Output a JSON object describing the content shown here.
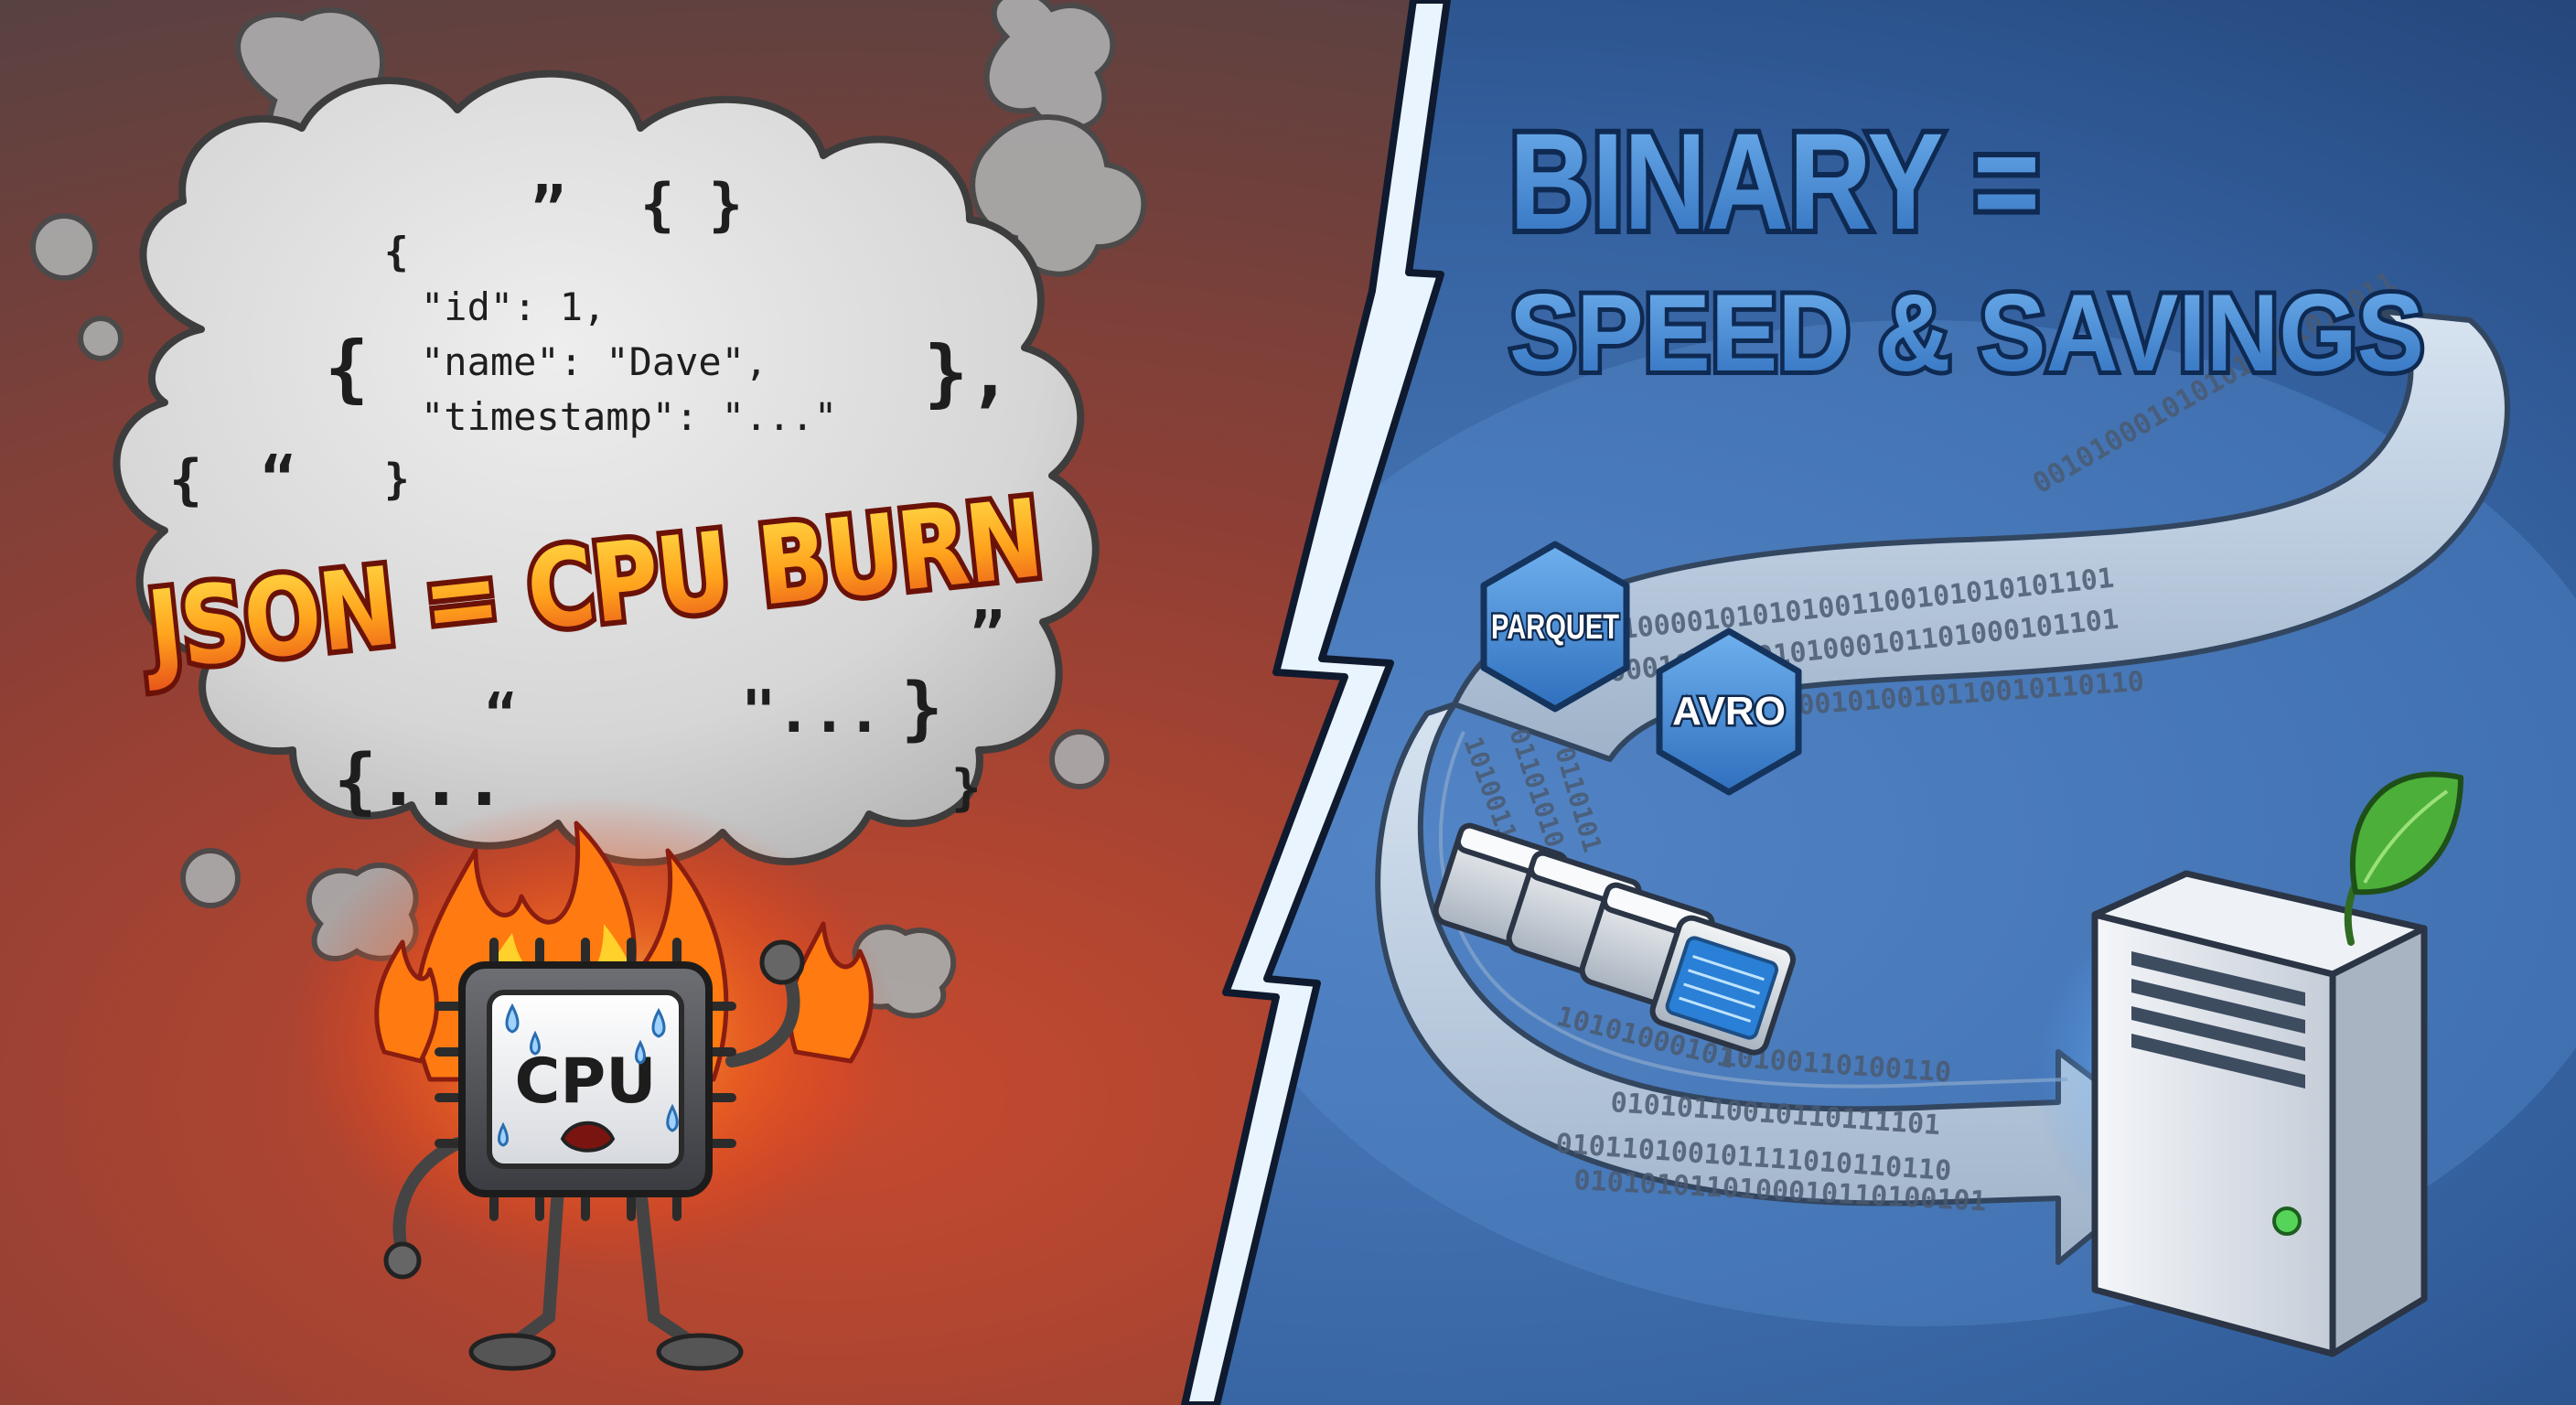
{
  "left_panel": {
    "headline": "JSON = CPU BURN",
    "code_lines": [
      "\"id\": 1,",
      "\"name\": \"Dave\",",
      "\"timestamp\": \"...\""
    ],
    "floating_glyphs": [
      "”",
      "{ }",
      "{",
      "{",
      "},",
      "{",
      "“",
      "}",
      "”",
      "“",
      "\"...",
      "}",
      "{...",
      "}"
    ],
    "chip_label": "CPU"
  },
  "right_panel": {
    "headline_line1": "BINARY =",
    "headline_line2": "SPEED & SAVINGS",
    "format_badges": [
      "PARQUET",
      "AVRO"
    ],
    "binary_stream": [
      "0100001010101001100101010101101",
      "0001011010101000101101000101101",
      "0101010001010010110010110110",
      "0010100010101011001011011",
      "101001101",
      "01101010",
      "0110101",
      "10101000101",
      "10100110100110",
      "01010110010110111101",
      "010110100101111010110110",
      "0101010110100010110100101"
    ]
  },
  "icons": {
    "cpu": "sweating-cpu-chip-icon",
    "server": "server-tower-icon",
    "leaf": "green-leaf-icon",
    "bolt": "lightning-divider-icon"
  },
  "colors": {
    "burn_yellow": "#ffd12a",
    "burn_orange": "#ff7a10",
    "burn_red": "#c8221a",
    "binary_blue": "#3f86d4",
    "binary_dark": "#14345e",
    "leaf_green": "#4caf3a"
  }
}
